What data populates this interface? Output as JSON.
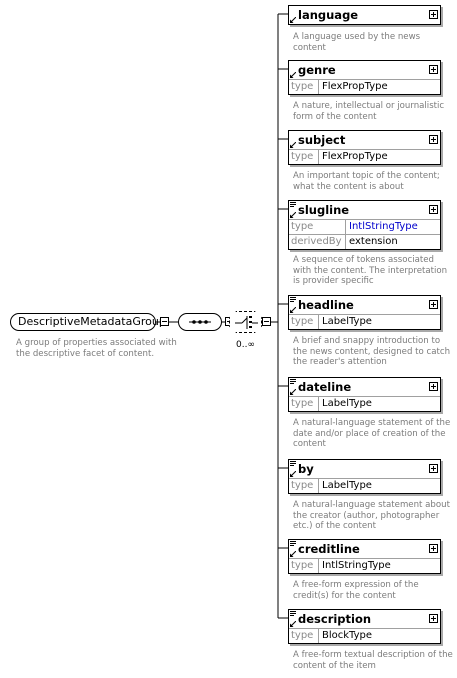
{
  "group": {
    "label": "DescriptiveMetadataGroup",
    "doc_lines": [
      "A group of properties associated with",
      "the descriptive facet of content."
    ]
  },
  "choice": {
    "occurs": "0..∞"
  },
  "elements": [
    {
      "name": "language",
      "attrs": [],
      "doc": [
        "A language used by the news",
        "content"
      ]
    },
    {
      "name": "genre",
      "attrs": [
        {
          "key": "type",
          "value": "FlexPropType"
        }
      ],
      "doc": [
        "A nature, intellectual or journalistic",
        "form of the content"
      ]
    },
    {
      "name": "subject",
      "attrs": [
        {
          "key": "type",
          "value": "FlexPropType"
        }
      ],
      "doc": [
        "An important topic of the content;",
        "what the content is about"
      ]
    },
    {
      "name": "slugline",
      "attrs": [
        {
          "key": "type",
          "value": "IntlStringType",
          "link": true
        },
        {
          "key": "derivedBy",
          "value": "extension"
        }
      ],
      "doc": [
        "A sequence of tokens associated",
        "with the content. The interpretation",
        "is provider specific"
      ]
    },
    {
      "name": "headline",
      "attrs": [
        {
          "key": "type",
          "value": "LabelType"
        }
      ],
      "doc": [
        "A brief and snappy introduction to",
        "the news content, designed to catch",
        "the reader's attention"
      ]
    },
    {
      "name": "dateline",
      "attrs": [
        {
          "key": "type",
          "value": "LabelType"
        }
      ],
      "doc": [
        "A natural-language statement of the",
        "date and/or place of creation of the",
        "content"
      ]
    },
    {
      "name": "by",
      "attrs": [
        {
          "key": "type",
          "value": "LabelType"
        }
      ],
      "doc": [
        "A natural-language statement about",
        "the creator (author, photographer",
        "etc.) of the content"
      ]
    },
    {
      "name": "creditline",
      "attrs": [
        {
          "key": "type",
          "value": "IntlStringType"
        }
      ],
      "doc": [
        "A free-form expression of the",
        "credit(s) for the content"
      ]
    },
    {
      "name": "description",
      "attrs": [
        {
          "key": "type",
          "value": "BlockType"
        }
      ],
      "doc": [
        "A free-form textual description of the",
        "content of the item"
      ]
    }
  ]
}
